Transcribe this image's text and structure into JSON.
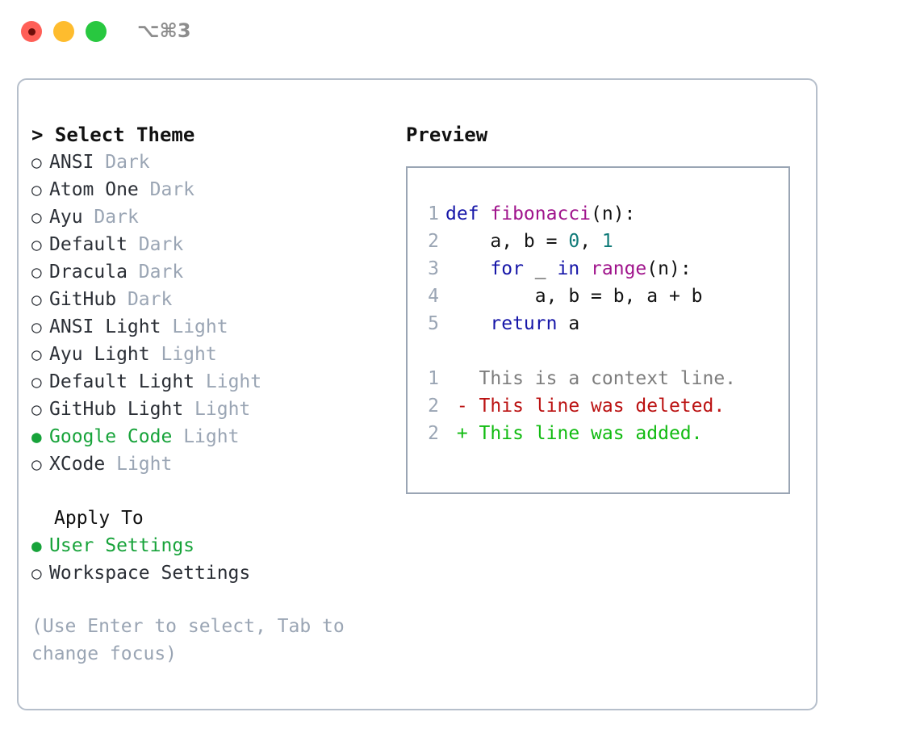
{
  "window": {
    "shortcut": "⌥⌘3",
    "traffic_lights": [
      {
        "name": "close-button",
        "color": "#ff5f57"
      },
      {
        "name": "minimize-button",
        "color": "#febc2e"
      },
      {
        "name": "maximize-button",
        "color": "#28c840"
      }
    ]
  },
  "theme_panel": {
    "header": "> Select Theme",
    "bullet_selected": "●",
    "bullet_unselected": "○",
    "selected_color": "#17a33a",
    "tag_color": "#9aa5b4",
    "items": [
      {
        "name": "ANSI",
        "tag": "Dark",
        "selected": false
      },
      {
        "name": "Atom One",
        "tag": "Dark",
        "selected": false
      },
      {
        "name": "Ayu",
        "tag": "Dark",
        "selected": false
      },
      {
        "name": "Default",
        "tag": "Dark",
        "selected": false
      },
      {
        "name": "Dracula",
        "tag": "Dark",
        "selected": false
      },
      {
        "name": "GitHub",
        "tag": "Dark",
        "selected": false
      },
      {
        "name": "ANSI Light",
        "tag": "Light",
        "selected": false
      },
      {
        "name": "Ayu Light",
        "tag": "Light",
        "selected": false
      },
      {
        "name": "Default Light",
        "tag": "Light",
        "selected": false
      },
      {
        "name": "GitHub Light",
        "tag": "Light",
        "selected": false
      },
      {
        "name": "Google Code",
        "tag": "Light",
        "selected": true
      },
      {
        "name": "XCode",
        "tag": "Light",
        "selected": false
      }
    ]
  },
  "apply_to": {
    "header": "Apply To",
    "items": [
      {
        "name": "User Settings",
        "selected": true
      },
      {
        "name": "Workspace Settings",
        "selected": false
      }
    ]
  },
  "hint": "(Use Enter to select, Tab to change focus)",
  "preview": {
    "header": "Preview",
    "code_lines": [
      {
        "ln": "1",
        "tokens": [
          {
            "t": "def ",
            "c": "tok-kw"
          },
          {
            "t": "fibonacci",
            "c": "tok-fn"
          },
          {
            "t": "(n):",
            "c": "tok-plain"
          }
        ]
      },
      {
        "ln": "2",
        "tokens": [
          {
            "t": "    a, b = ",
            "c": "tok-plain"
          },
          {
            "t": "0",
            "c": "tok-num"
          },
          {
            "t": ", ",
            "c": "tok-plain"
          },
          {
            "t": "1",
            "c": "tok-num"
          }
        ]
      },
      {
        "ln": "3",
        "tokens": [
          {
            "t": "    ",
            "c": "tok-plain"
          },
          {
            "t": "for",
            "c": "tok-kw"
          },
          {
            "t": " _ ",
            "c": "tok-plain"
          },
          {
            "t": "in",
            "c": "tok-kw"
          },
          {
            "t": " ",
            "c": "tok-plain"
          },
          {
            "t": "range",
            "c": "tok-fn"
          },
          {
            "t": "(n):",
            "c": "tok-plain"
          }
        ]
      },
      {
        "ln": "4",
        "tokens": [
          {
            "t": "        a, b = b, a + b",
            "c": "tok-plain"
          }
        ]
      },
      {
        "ln": "5",
        "tokens": [
          {
            "t": "    ",
            "c": "tok-plain"
          },
          {
            "t": "return",
            "c": "tok-kw"
          },
          {
            "t": " a",
            "c": "tok-plain"
          }
        ]
      }
    ],
    "diff_lines": [
      {
        "ln": "1",
        "marker": "  ",
        "text": "This is a context line.",
        "cls": "tok-ctx"
      },
      {
        "ln": "2",
        "marker": "- ",
        "text": "This line was deleted.",
        "cls": "tok-del"
      },
      {
        "ln": "2",
        "marker": "+ ",
        "text": "This line was added.",
        "cls": "tok-add"
      }
    ]
  }
}
